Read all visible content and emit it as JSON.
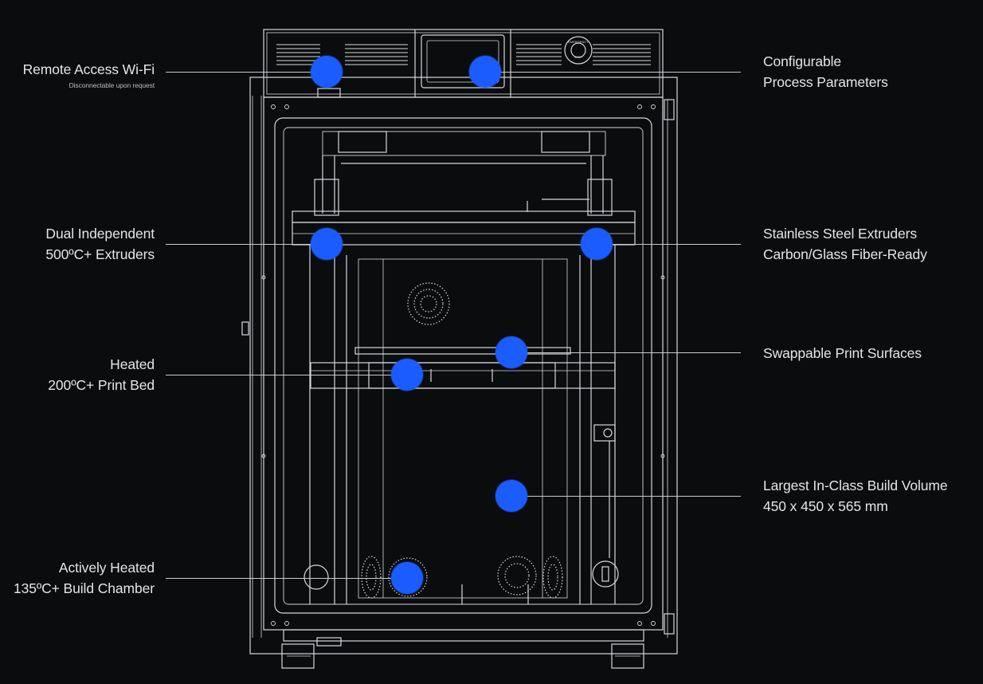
{
  "colors": {
    "background": "#0b0c0e",
    "accent_dot": "#1a5cff",
    "text": "#e4e5e8",
    "line": "#c9cacd"
  },
  "emergency_button": {
    "lines": [
      "EMERGENCY",
      "STOP"
    ]
  },
  "callouts": {
    "remote_access": {
      "title": "Remote Access Wi-Fi",
      "note": "Disconnectable upon request"
    },
    "process_params": {
      "line1": "Configurable",
      "line2": "Process Parameters"
    },
    "dual_extruders": {
      "line1": "Dual Independent",
      "line2": "500ºC+ Extruders"
    },
    "steel_extruders": {
      "line1": "Stainless Steel Extruders",
      "line2": "Carbon/Glass Fiber-Ready"
    },
    "heated_bed": {
      "line1": "Heated",
      "line2": "200ºC+ Print Bed"
    },
    "print_surfaces": {
      "line1": "Swappable Print Surfaces"
    },
    "build_volume": {
      "line1": "Largest In-Class Build Volume",
      "line2": "450 x 450 x 565 mm"
    },
    "build_chamber": {
      "line1": "Actively Heated",
      "line2": "135ºC+ Build Chamber"
    }
  }
}
